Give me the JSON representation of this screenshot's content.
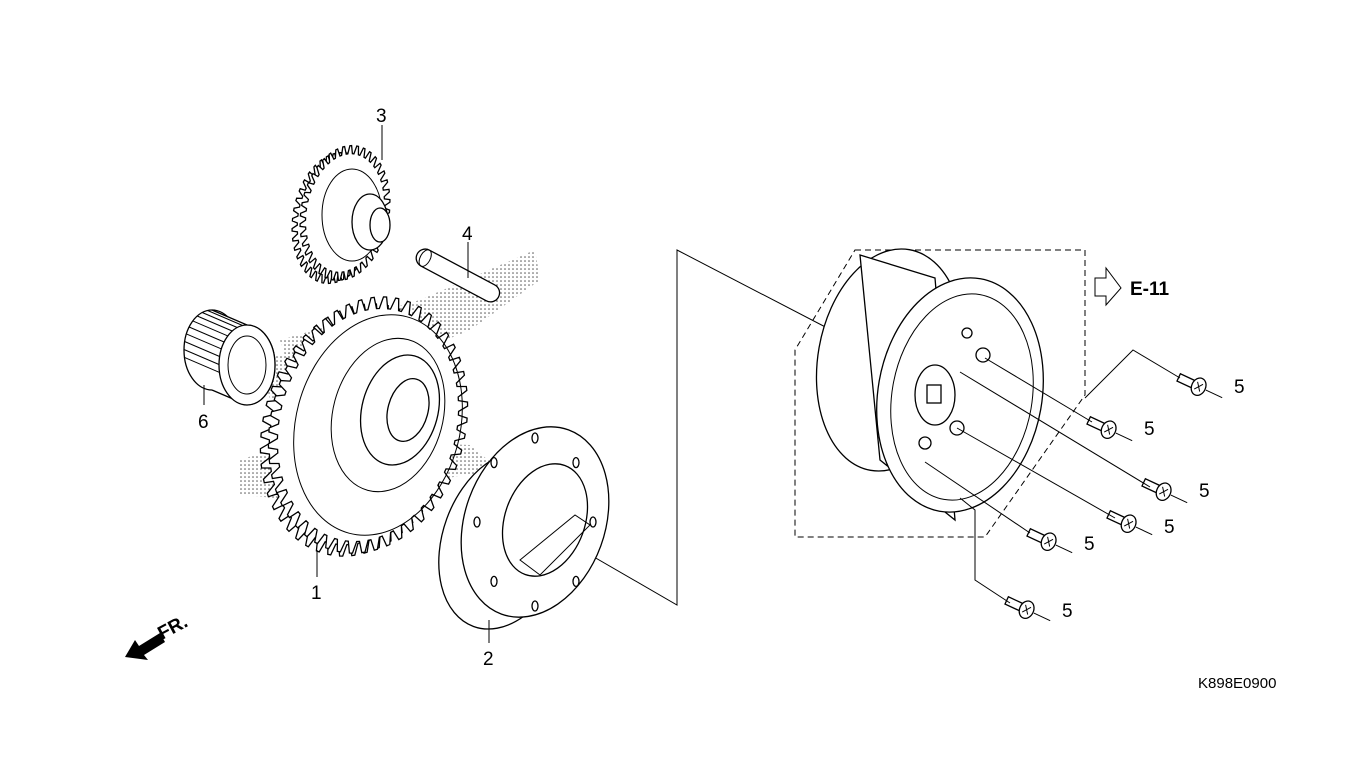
{
  "diagram": {
    "reference_code": "K898E0900",
    "section_link": "E-11",
    "front_indicator": "FR.",
    "callouts": {
      "gear_large": "1",
      "starter_clutch": "2",
      "idle_gear": "3",
      "shaft": "4",
      "bolt_a": "5",
      "bolt_b": "5",
      "bolt_c": "5",
      "bolt_d": "5",
      "bolt_e": "5",
      "bolt_f": "5",
      "needle_bearing": "6"
    }
  }
}
